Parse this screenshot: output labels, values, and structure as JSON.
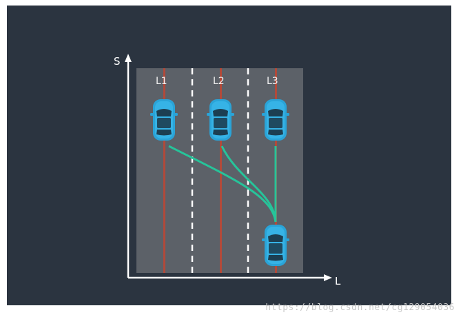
{
  "axes": {
    "y_label": "S",
    "x_label": "L"
  },
  "lanes": [
    {
      "label": "L1"
    },
    {
      "label": "L2"
    },
    {
      "label": "L3"
    }
  ],
  "colors": {
    "background": "#2b3440",
    "road": "#5c6168",
    "lane_center_line": "#b24a3a",
    "lane_divider": "#ffffff",
    "trajectory": "#26c49a",
    "car_body": "#2aa4d8",
    "car_window": "#1c3f52"
  },
  "watermark": "https://blog.csdn.net/cg129054036"
}
